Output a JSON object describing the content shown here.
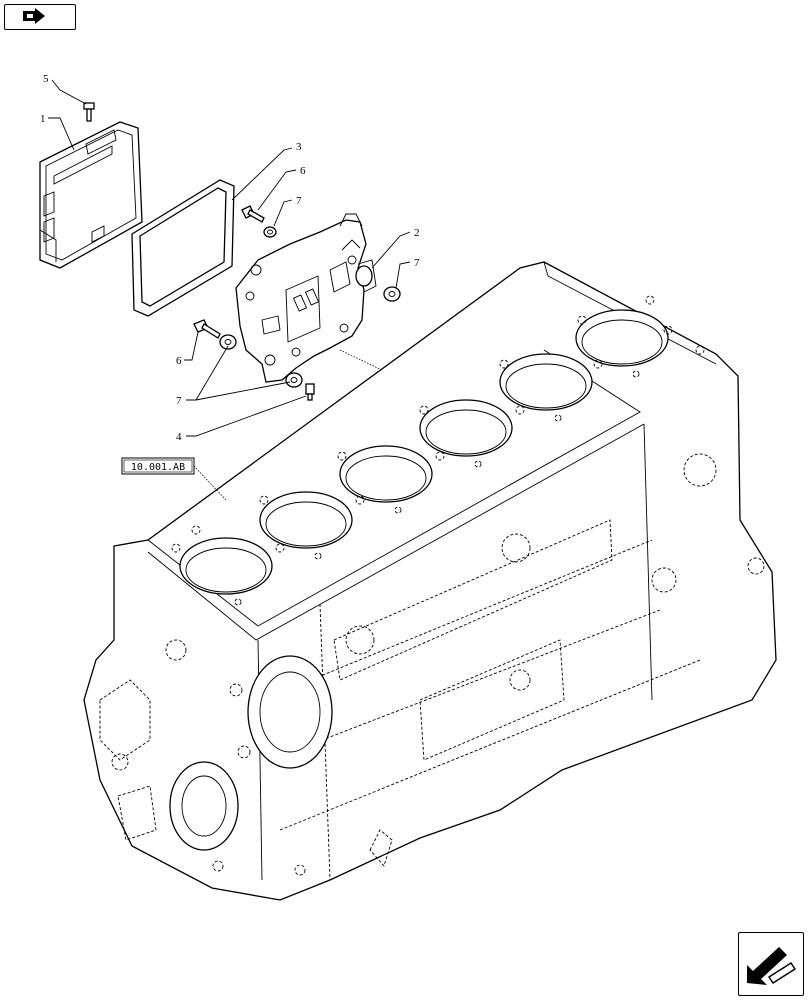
{
  "navigation": {
    "top_button_icon": "arrow-right-icon",
    "bottom_button_icon": "arrow-diagonal-icon"
  },
  "reference": {
    "label": "10.001.AB"
  },
  "callouts": {
    "c1": "1",
    "c2": "2",
    "c3": "3",
    "c4": "4",
    "c5": "5",
    "c6a": "6",
    "c6b": "6",
    "c7a": "7",
    "c7b": "7",
    "c7c": "7"
  }
}
